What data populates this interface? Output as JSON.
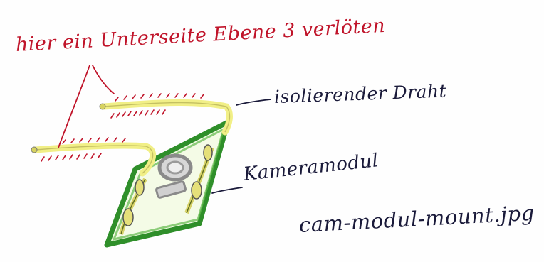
{
  "labels": {
    "solder_note": "hier ein Unterseite Ebene 3 verlöten",
    "wire_label": "isolierender Draht",
    "camera_label": "Kameramodul",
    "filename": "cam-modul-mount.jpg"
  },
  "colors": {
    "ink_red": "#c0142a",
    "ink_dark": "#1a1a3a",
    "module_green": "#2f8f2a",
    "wire_yellow": "#f1ef86",
    "lens_gray": "#9a9a9a"
  }
}
